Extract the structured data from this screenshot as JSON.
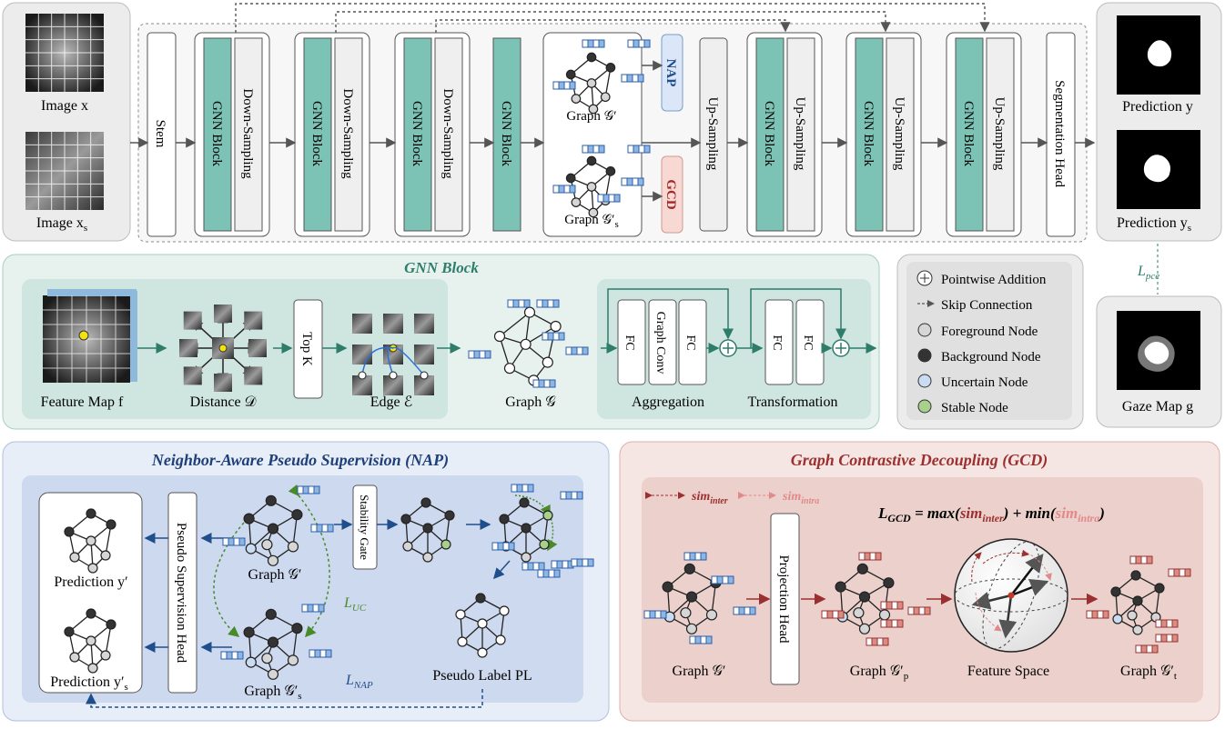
{
  "top": {
    "image_x": "Image x",
    "image_xs": "Image x",
    "image_xs_sub": "s",
    "stem": "Stem",
    "gnn_block": "GNN Block",
    "down_sampling": "Down-Sampling",
    "up_sampling": "Up-Sampling",
    "seg_head": "Segmentation Head",
    "nap": "NAP",
    "gcd": "GCD",
    "graph_g_prime": "Graph 𝒢′",
    "graph_gs_prime": "Graph 𝒢′",
    "graph_gs_prime_sub": "s",
    "prediction_y": "Prediction y",
    "prediction_ys": "Prediction y",
    "prediction_ys_sub": "s",
    "gaze_map": "Gaze Map g",
    "l_pce": "L",
    "l_pce_sub": "pce"
  },
  "gnn": {
    "title": "GNN Block",
    "feature_map": "Feature Map f",
    "distance": "Distance 𝒟",
    "topk": "Top K",
    "edge": "Edge ℰ",
    "graph": "Graph 𝒢",
    "fc": "FC",
    "graph_conv": "Graph Conv",
    "aggregation": "Aggregation",
    "transformation": "Transformation"
  },
  "legend": {
    "pointwise": "Pointwise Addition",
    "skip": "Skip Connection",
    "fg": "Foreground Node",
    "bg": "Background Node",
    "uncertain": "Uncertain Node",
    "stable": "Stable Node",
    "colors": {
      "fg": "#d6d6d6",
      "bg": "#333333",
      "uncertain": "#c9dcf2",
      "stable": "#a8d08d"
    }
  },
  "nap": {
    "title": "Neighbor-Aware Pseudo Supervision (NAP)",
    "prediction_y_prime": "Prediction y′",
    "prediction_ys_prime": "Prediction y′",
    "prediction_ys_prime_sub": "s",
    "pseudo_head": "Pseudo Supervision Head",
    "graph_g_prime": "Graph 𝒢′",
    "graph_gs_prime": "Graph 𝒢′",
    "graph_gs_prime_sub": "s",
    "stability_gate": "Stability Gate",
    "l_uc": "L",
    "l_uc_sub": "UC",
    "l_nap": "L",
    "l_nap_sub": "NAP",
    "pseudo_label": "Pseudo Label PL"
  },
  "gcd": {
    "title": "Graph Contrastive Decoupling (GCD)",
    "sim_inter": "sim",
    "sim_inter_sub": "inter",
    "sim_intra": "sim",
    "sim_intra_sub": "intra",
    "loss_L": "L",
    "loss_sub": "GCD",
    "loss_eq": " = max(",
    "loss_mid": ") + min(",
    "loss_end": ")",
    "projection_head": "Projection Head",
    "graph_g_prime": "Graph 𝒢′",
    "graph_gp_prime": "Graph 𝒢′",
    "graph_gp_prime_sub": "p",
    "feature_space": "Feature Space",
    "graph_gt_prime": "Graph 𝒢′",
    "graph_gt_prime_sub": "t"
  }
}
